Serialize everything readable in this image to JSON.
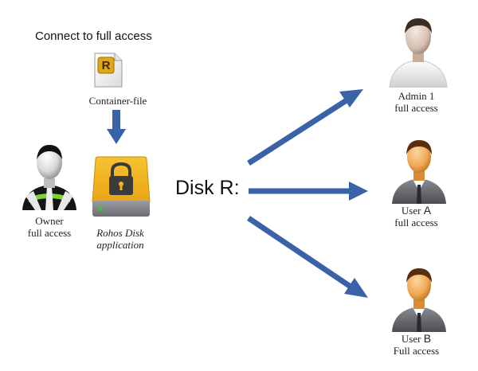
{
  "diagram": {
    "connect_title": "Connect to full access",
    "container_file": {
      "icon_letter": "R",
      "label": "Container-file"
    },
    "owner": {
      "line1": "Owner",
      "line2": "full access"
    },
    "disk_app": {
      "line1": "Rohos Disk",
      "line2": "application"
    },
    "disk_label": "Disk R:",
    "admin": {
      "line1": "Admin 1",
      "line2": "full access"
    },
    "user_a": {
      "name": "User",
      "letter": "A",
      "access": "full access"
    },
    "user_b": {
      "name": "User",
      "letter": "B",
      "access": "Full access"
    },
    "colors": {
      "arrow": "#3a62a8",
      "disk": "#f2b21f",
      "disk_bottom": "#7d7f84",
      "led": "#3bc43b",
      "file_icon": "#d9a100"
    },
    "icons": [
      "document-r-icon",
      "padlock-disk-icon",
      "owner-person-icon",
      "admin-person-icon",
      "user-a-person-icon",
      "user-b-person-icon"
    ]
  }
}
